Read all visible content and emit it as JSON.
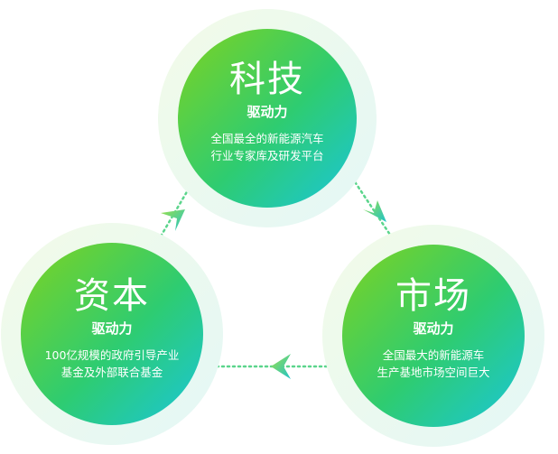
{
  "nodes": [
    {
      "id": "tech",
      "title": "科技",
      "subtitle": "驱动力",
      "lines": [
        "全国最全的新能源汽车",
        "行业专家库及研发平台"
      ]
    },
    {
      "id": "market",
      "title": "市场",
      "subtitle": "驱动力",
      "lines": [
        "全国最大的新能源车",
        "生产基地市场空间巨大"
      ]
    },
    {
      "id": "capital",
      "title": "资本",
      "subtitle": "驱动力",
      "lines": [
        "100亿规模的政府引导产业",
        "基金及外部联合基金"
      ]
    }
  ],
  "colors": {
    "gradient_start": "#7ED321",
    "gradient_mid": "#2ECC71",
    "gradient_end": "#1AC6DA",
    "halo": "#E9F7EF",
    "connector": "#5BD58C",
    "text": "#FFFFFF"
  }
}
